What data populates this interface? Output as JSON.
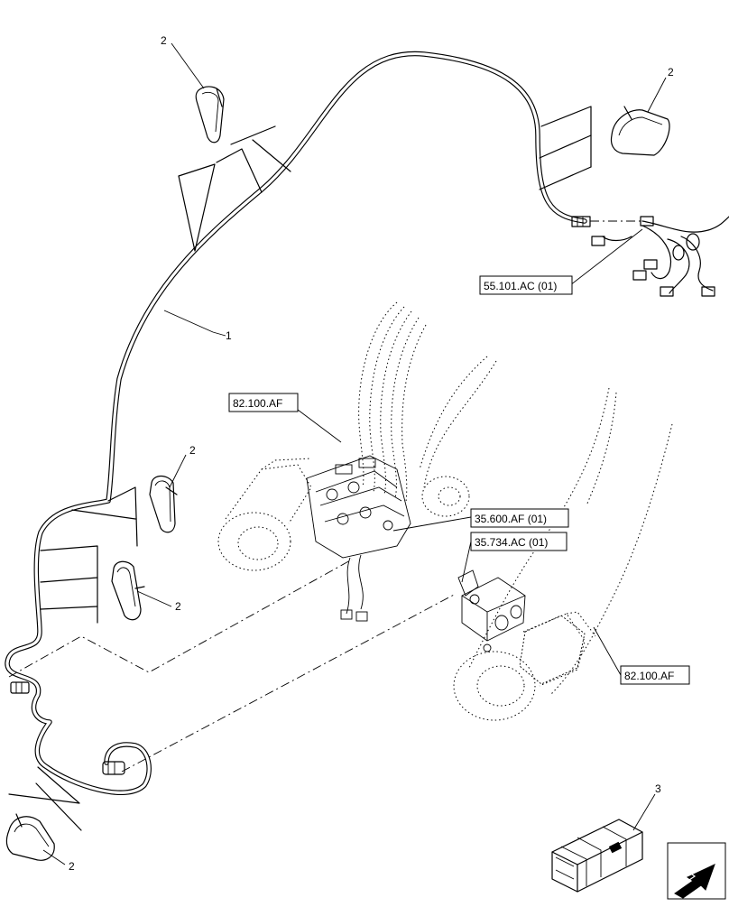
{
  "diagram": {
    "callouts": {
      "harness": "1",
      "clip": "2",
      "kit": "3"
    },
    "references": {
      "harness_connection": "55.101.AC (01)",
      "loader_arm_left": "82.100.AF",
      "loader_arm_right": "82.100.AF",
      "control_valve": "35.600.AF (01)",
      "solenoid_valve": "35.734.AC (01)"
    },
    "icons": [
      "harness-clip-icon",
      "parts-kit-box-icon",
      "next-page-arrow-icon"
    ]
  }
}
